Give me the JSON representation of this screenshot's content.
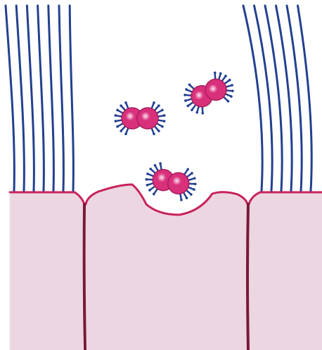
{
  "colors": {
    "background": "#ffffff",
    "cilia": "#23408f",
    "cell_fill": "#ecd6e2",
    "membrane": "#c8225a",
    "cell_border": "#7a1838",
    "particle_core": "#d9307c",
    "particle_highlight": "#fbe6f0",
    "particle_spikes": "#23408f"
  },
  "cells": [
    {
      "name": "left-ciliated-cell",
      "ciliated": true
    },
    {
      "name": "center-infected-cell",
      "ciliated": false
    },
    {
      "name": "right-ciliated-cell",
      "ciliated": true
    }
  ],
  "particles": [
    {
      "name": "virus-particle-upper-left"
    },
    {
      "name": "virus-particle-upper-right"
    },
    {
      "name": "virus-particle-lower-center"
    }
  ]
}
